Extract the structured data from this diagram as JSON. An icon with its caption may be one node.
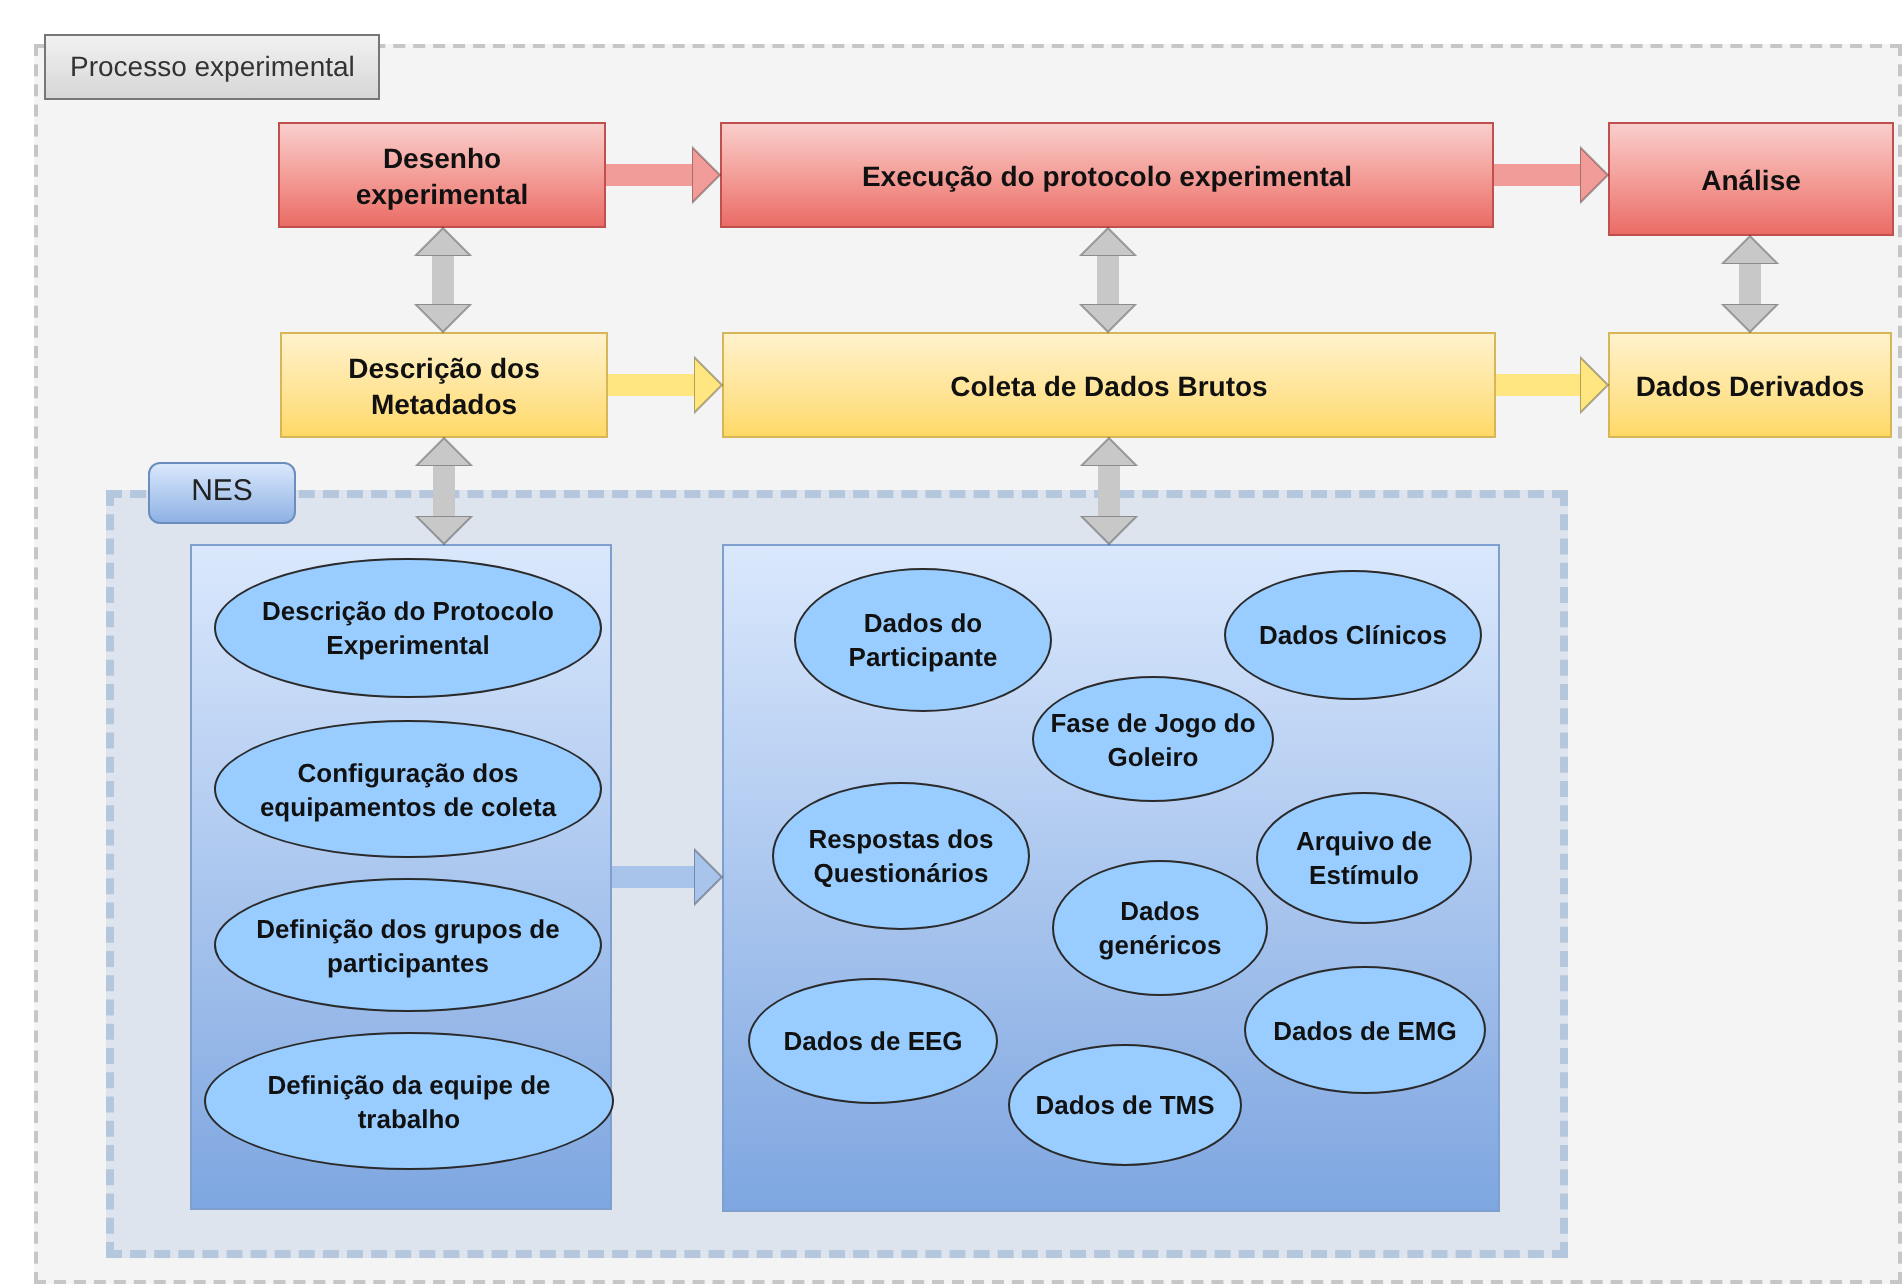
{
  "diagram": {
    "nodes": [
      {
        "text": [
          "Processo experimental"
        ]
      },
      {
        "text": [
          "Desenho experimental"
        ],
        "in": 0
      },
      {
        "text": [
          "Execução do protocolo experimental"
        ],
        "in": 0
      },
      {
        "text": [
          "Análise"
        ],
        "in": 0
      },
      {
        "text": [
          "Descrição dos Metadados"
        ],
        "in": 0
      },
      {
        "text": [
          "Coleta de Dados Brutos"
        ],
        "in": 0
      },
      {
        "text": [
          "Dados Derivados"
        ],
        "in": 0
      },
      {
        "text": [
          "NES"
        ],
        "in": 0
      },
      {
        "text": [],
        "shape": "box",
        "in": 7
      },
      {
        "text": [
          "Descrição do Protocolo Experimental"
        ],
        "in": 8
      },
      {
        "text": [
          "Configuração dos equipamentos de coleta"
        ],
        "in": 8
      },
      {
        "text": [
          "Definição dos grupos de participantes"
        ],
        "in": 8
      },
      {
        "text": [
          "Definição da equipe de trabalho"
        ],
        "in": 8
      },
      {
        "text": [],
        "shape": "box",
        "in": 7
      },
      {
        "text": [
          "Dados do Participante"
        ],
        "in": 13
      },
      {
        "text": [
          "Dados Clínicos"
        ],
        "in": 13
      },
      {
        "text": [
          "Fase de Jogo do Goleiro"
        ],
        "in": 13
      },
      {
        "text": [
          "Respostas dos Questionários"
        ],
        "in": 13
      },
      {
        "text": [
          "Arquivo de Estímulo"
        ],
        "in": 13
      },
      {
        "text": [
          "Dados genéricos"
        ],
        "in": 13
      },
      {
        "text": [
          "Dados de EMG"
        ],
        "in": 13
      },
      {
        "text": [
          "Dados de EEG"
        ],
        "in": 13
      },
      {
        "text": [
          "Dados de TMS"
        ],
        "in": 13
      }
    ],
    "edges": [
      {
        "from": 1,
        "to": 2,
        "arrow": "to",
        "color": "#f19c99"
      },
      {
        "from": 2,
        "to": 3,
        "arrow": "to",
        "color": "#f19c99"
      },
      {
        "from": 1,
        "to": 4,
        "arrow": "both"
      },
      {
        "from": 2,
        "to": 5,
        "arrow": "both"
      },
      {
        "from": 3,
        "to": 6,
        "arrow": "both"
      },
      {
        "from": 4,
        "to": 5,
        "arrow": "to",
        "color": "#ffe680"
      },
      {
        "from": 5,
        "to": 6,
        "arrow": "to",
        "color": "#ffe680"
      },
      {
        "from": 4,
        "to": 8,
        "arrow": "both"
      },
      {
        "from": 5,
        "to": 13,
        "arrow": "both"
      },
      {
        "from": 8,
        "to": 13,
        "arrow": "to",
        "color": "#a9c4eb"
      }
    ]
  }
}
